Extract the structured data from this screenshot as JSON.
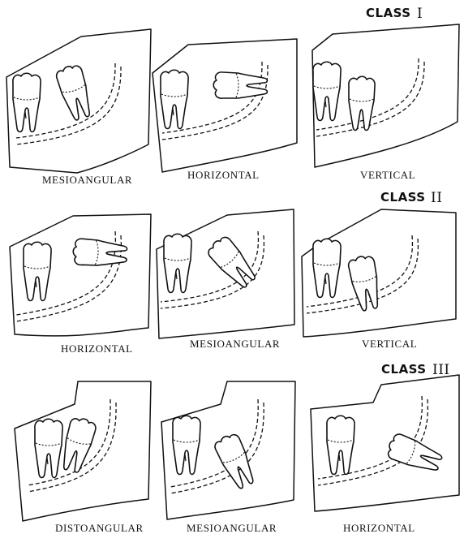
{
  "class_headings": [
    {
      "prefix": "CLASS",
      "numeral": "I"
    },
    {
      "prefix": "CLASS",
      "numeral": "II"
    },
    {
      "prefix": "CLASS",
      "numeral": "III"
    }
  ],
  "captions": [
    [
      "MESIOANGULAR",
      "HORIZONTAL",
      "VERTICAL"
    ],
    [
      "HORIZONTAL",
      "MESIOANGULAR",
      "VERTICAL"
    ],
    [
      "DISTOANGULAR",
      "MESIOANGULAR",
      "HORIZONTAL"
    ]
  ]
}
